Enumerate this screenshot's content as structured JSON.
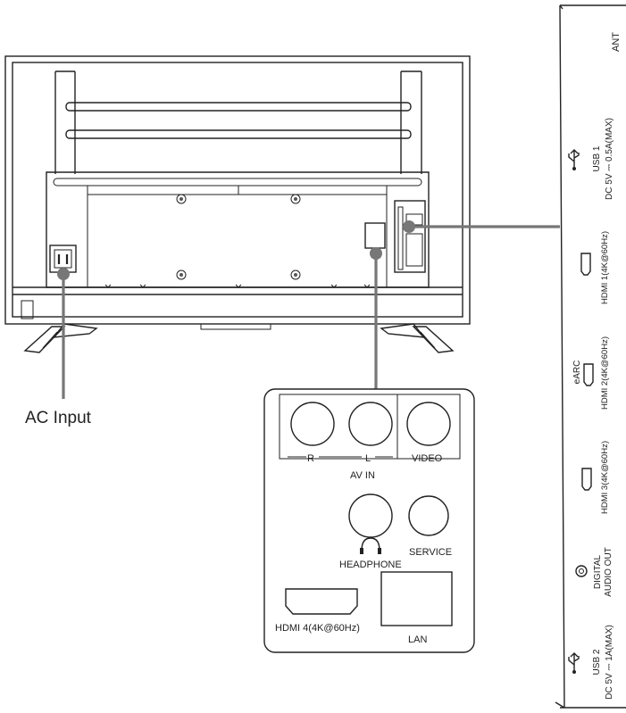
{
  "callouts": {
    "ac_input": "AC Input"
  },
  "av_panel": {
    "r_label": "R",
    "l_label": "L",
    "video_label": "VIDEO",
    "av_in_label": "AV IN",
    "headphone_label": "HEADPHONE",
    "service_label": "SERVICE",
    "hdmi4_label": "HDMI 4(4K@60Hz)",
    "lan_label": "LAN"
  },
  "side_panel": {
    "ant": "ANT",
    "usb1_title": "USB 1",
    "usb1_rating": "DC 5V ⎓ 0.5A(MAX)",
    "hdmi1": "HDMI 1(4K@60Hz)",
    "earc": "eARC",
    "hdmi2": "HDMI 2(4K@60Hz)",
    "hdmi3": "HDMI 3(4K@60Hz)",
    "digital_audio_1": "DIGITAL",
    "digital_audio_2": "AUDIO OUT",
    "usb2_title": "USB 2",
    "usb2_rating": "DC 5V ⎓ 1A(MAX)"
  },
  "icons": [
    "usb-icon",
    "hdmi-port-icon",
    "optical-port-icon",
    "headphone-icon"
  ],
  "colors": {
    "line": "#222222",
    "callout": "#777777",
    "background": "#ffffff"
  }
}
